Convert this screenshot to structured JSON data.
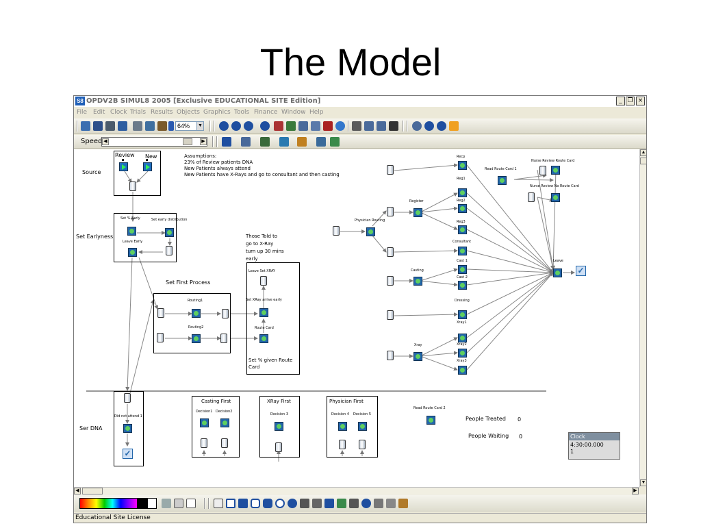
{
  "slide": {
    "title": "The Model"
  },
  "window": {
    "app_icon": "S8",
    "title": "OPDV2B   SIMUL8 2005 [Exclusive EDUCATIONAL SITE Edition]",
    "minimize": "_",
    "maximize": "❐",
    "close": "×"
  },
  "menu": [
    "File",
    "Edit",
    "Clock",
    "Trials",
    "Results",
    "Objects",
    "Graphics",
    "Tools",
    "Finance",
    "Window",
    "Help"
  ],
  "toolbar": {
    "zoom": "64%",
    "speed_label": "Speed:"
  },
  "canvas": {
    "sections": {
      "source": "Source",
      "set_earlyness": "Set Earlyness",
      "ser_dna": "Ser DNA",
      "set_first_process": "Set First Process"
    },
    "assumptions": [
      "Assumptions:",
      "23% of Review patients DNA",
      "New Patients always attend",
      "New Patients have X-Rays and go  to consultant and then casting"
    ],
    "xray_note": [
      "Those Told to",
      "go to X-Ray",
      "turn up 30 mins",
      "early"
    ],
    "route_note": [
      "Set % given Route",
      "Card"
    ],
    "labels": {
      "review": "Review",
      "new": "New",
      "set_pct_early": "Set % Early",
      "set_early_dist": "Set early distribution",
      "leave_early": "Leave Early",
      "routing1": "Routing1",
      "routing2": "Routing2",
      "leave_set_xray": "Leave Set XRAY",
      "set_xray_arrive": "Set XRay arrive early",
      "route_card": "Route Card",
      "did_not_attend": "Did not attend 1",
      "physician_routing": "Physician Routing",
      "register": "Register",
      "casting": "Casting",
      "xray": "Xray",
      "recp": "Recp",
      "reg1": "Reg1",
      "reg2": "Reg2",
      "reg3": "Reg3",
      "consultant": "Consultant",
      "cast1": "Cast 1",
      "cast2": "Cast 2",
      "dressing": "Dressing",
      "xray1": "Xray1",
      "xray2": "Xray2",
      "xray3": "Xray3",
      "leave": "Leave",
      "read_route_card_1": "Read Route Card 1",
      "nurse_review_route_card": "Nurse Review Route Card",
      "nurse_review_no_route_card": "Nurse Review No Route Card",
      "casting_first": "Casting First",
      "decision1": "Decision1",
      "decision2": "Decision2",
      "xray_first": "XRay First",
      "decision3": "Decision 3",
      "physician_first": "Physician First",
      "decision4": "Decision 4",
      "decision5": "Decision 5",
      "read_route_card_2": "Read Route Card 2",
      "people_treated": "People Treated",
      "people_treated_value": "0",
      "people_waiting": "People Waiting",
      "people_waiting_value": "0"
    },
    "clock": {
      "title": "Clock",
      "time": "4:30:00.000",
      "day": "1"
    }
  },
  "status_bar": {
    "text": "Educational Site License"
  }
}
